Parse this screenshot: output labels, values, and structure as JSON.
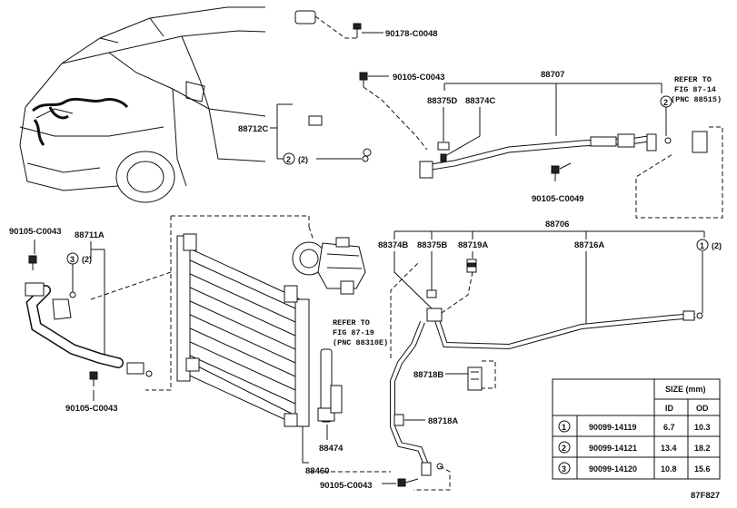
{
  "labels": {
    "p90178": "90178-C0048",
    "p90105_top": "90105-C0043",
    "p88707": "88707",
    "p88375D": "88375D",
    "p88374C": "88374C",
    "p88712C": "88712C",
    "p2_top": "2",
    "p2_top_suffix": "(2)",
    "p2_right": "2",
    "p90105_mid": "90105-C0049",
    "p88706": "88706",
    "p88374B": "88374B",
    "p88375B": "88375B",
    "p88719A": "88719A",
    "p88716A": "88716A",
    "p1_right": "1",
    "p1_right_suffix": "(2)",
    "p90105_left": "90105-C0043",
    "p88711A": "88711A",
    "p3_left": "3",
    "p3_left_suffix": "(2)",
    "p90105_leftbot": "90105-C0043",
    "p88718B": "88718B",
    "p88718A": "88718A",
    "p88474": "88474",
    "p88460": "88460",
    "p90105_bot": "90105-C0043",
    "figure_code": "87F827"
  },
  "refs": {
    "ref1_line1": "REFER TO",
    "ref1_line2": "FIG 87-14",
    "ref1_line3": "(PNC 88515)",
    "ref2_line1": "REFER TO",
    "ref2_line2": "FIG 87-19",
    "ref2_line3": "(PNC 88310E)"
  },
  "table": {
    "header_size": "SIZE (mm)",
    "header_id": "ID",
    "header_od": "OD",
    "rows": [
      {
        "key": "1",
        "part": "90099-14119",
        "id": "6.7",
        "od": "10.3"
      },
      {
        "key": "2",
        "part": "90099-14121",
        "id": "13.4",
        "od": "18.2"
      },
      {
        "key": "3",
        "part": "90099-14120",
        "id": "10.8",
        "od": "15.6"
      }
    ]
  }
}
